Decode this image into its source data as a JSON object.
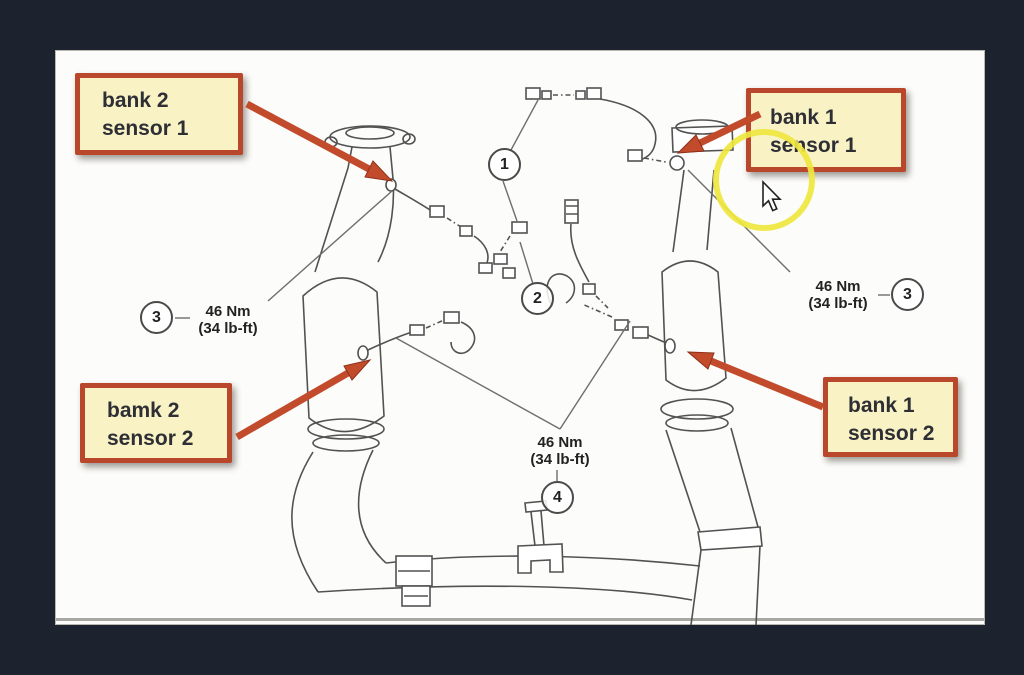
{
  "window": {
    "background": "#1c232e"
  },
  "photo": {
    "background": "#fcfcfa",
    "edge": "#b9b9b2"
  },
  "colors": {
    "label_fill": "#f8f2c5",
    "label_border": "#b9472c",
    "label_text": "#2e2e35",
    "arrow_fill": "#c24b2c",
    "arrow_edge": "#8e3118",
    "highlight_yellow": "#efe73f",
    "ink": "#525252",
    "leader": "#6e6e6e",
    "diagram_text": "#222222"
  },
  "labels": [
    {
      "id": "bank2-sensor1",
      "line1": "bank 2",
      "line2": "sensor 1"
    },
    {
      "id": "bank1-sensor1",
      "line1": "bank 1",
      "line2": "sensor 1"
    },
    {
      "id": "bamk2-sensor2",
      "line1": "bamk 2",
      "line2": "sensor 2"
    },
    {
      "id": "bank1-sensor2",
      "line1": "bank 1",
      "line2": "sensor 2"
    }
  ],
  "torque_notes": [
    {
      "position": "left",
      "value": "46 Nm",
      "alt": "(34 lb-ft)",
      "callout": "3"
    },
    {
      "position": "right",
      "value": "46 Nm",
      "alt": "(34 lb-ft)",
      "callout": "3"
    },
    {
      "position": "bottom-center",
      "value": "46 Nm",
      "alt": "(34 lb-ft)",
      "callout": "4"
    }
  ],
  "item_callouts": [
    {
      "number": "1"
    },
    {
      "number": "2"
    }
  ]
}
